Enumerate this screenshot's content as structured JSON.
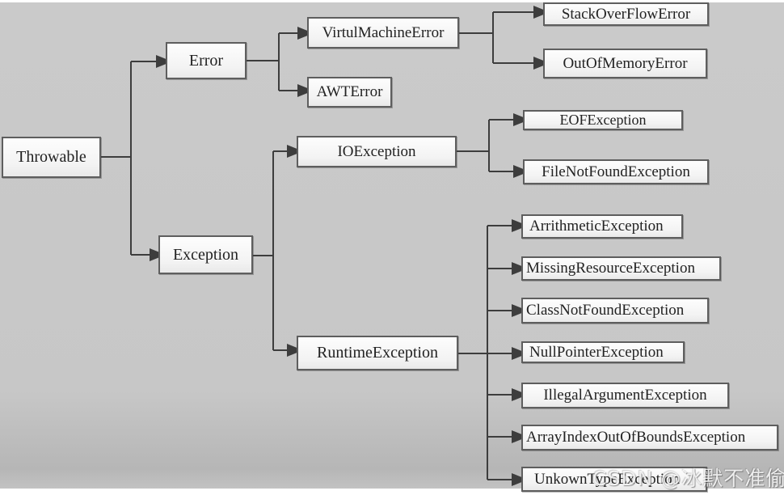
{
  "diagram": {
    "type": "class-hierarchy-tree",
    "root": "Throwable",
    "nodes": {
      "throwable": {
        "label": "Throwable"
      },
      "error": {
        "label": "Error"
      },
      "exception": {
        "label": "Exception"
      },
      "virtul_machine_error": {
        "label": "VirtulMachineError"
      },
      "awt_error": {
        "label": "AWTError"
      },
      "stack_overflow_error": {
        "label": "StackOverFlowError"
      },
      "out_of_memory_error": {
        "label": "OutOfMemoryError"
      },
      "io_exception": {
        "label": "IOException"
      },
      "eof_exception": {
        "label": "EOFException"
      },
      "file_not_found_exception": {
        "label": "FileNotFoundException"
      },
      "runtime_exception": {
        "label": "RuntimeException"
      },
      "arrithmetic_exception": {
        "label": "ArrithmeticException"
      },
      "missing_resource_exception": {
        "label": "MissingResourceException"
      },
      "class_not_found_exception": {
        "label": "ClassNotFoundException"
      },
      "null_pointer_exception": {
        "label": "NullPointerException"
      },
      "illegal_argument_exception": {
        "label": "IllegalArgumentException"
      },
      "array_index_out_of_bounds_exception": {
        "label": "ArrayIndexOutOfBoundsException"
      },
      "unkown_type_exception": {
        "label": "UnkownTypeException"
      }
    },
    "edges": [
      [
        "Throwable",
        "Error"
      ],
      [
        "Throwable",
        "Exception"
      ],
      [
        "Error",
        "VirtulMachineError"
      ],
      [
        "Error",
        "AWTError"
      ],
      [
        "VirtulMachineError",
        "StackOverFlowError"
      ],
      [
        "VirtulMachineError",
        "OutOfMemoryError"
      ],
      [
        "Exception",
        "IOException"
      ],
      [
        "Exception",
        "RuntimeException"
      ],
      [
        "IOException",
        "EOFException"
      ],
      [
        "IOException",
        "FileNotFoundException"
      ],
      [
        "RuntimeException",
        "ArrithmeticException"
      ],
      [
        "RuntimeException",
        "MissingResourceException"
      ],
      [
        "RuntimeException",
        "ClassNotFoundException"
      ],
      [
        "RuntimeException",
        "NullPointerException"
      ],
      [
        "RuntimeException",
        "IllegalArgumentException"
      ],
      [
        "RuntimeException",
        "ArrayIndexOutOfBoundsException"
      ],
      [
        "RuntimeException",
        "UnkownTypeException"
      ]
    ]
  },
  "watermark": {
    "text": "CSDN @冰默不准偷懒"
  },
  "colors": {
    "background": "#c7c7c7",
    "box_fill": "#f6f6f6",
    "box_border": "#5e5e5e",
    "line": "#3d3d3d",
    "text": "#222222"
  }
}
